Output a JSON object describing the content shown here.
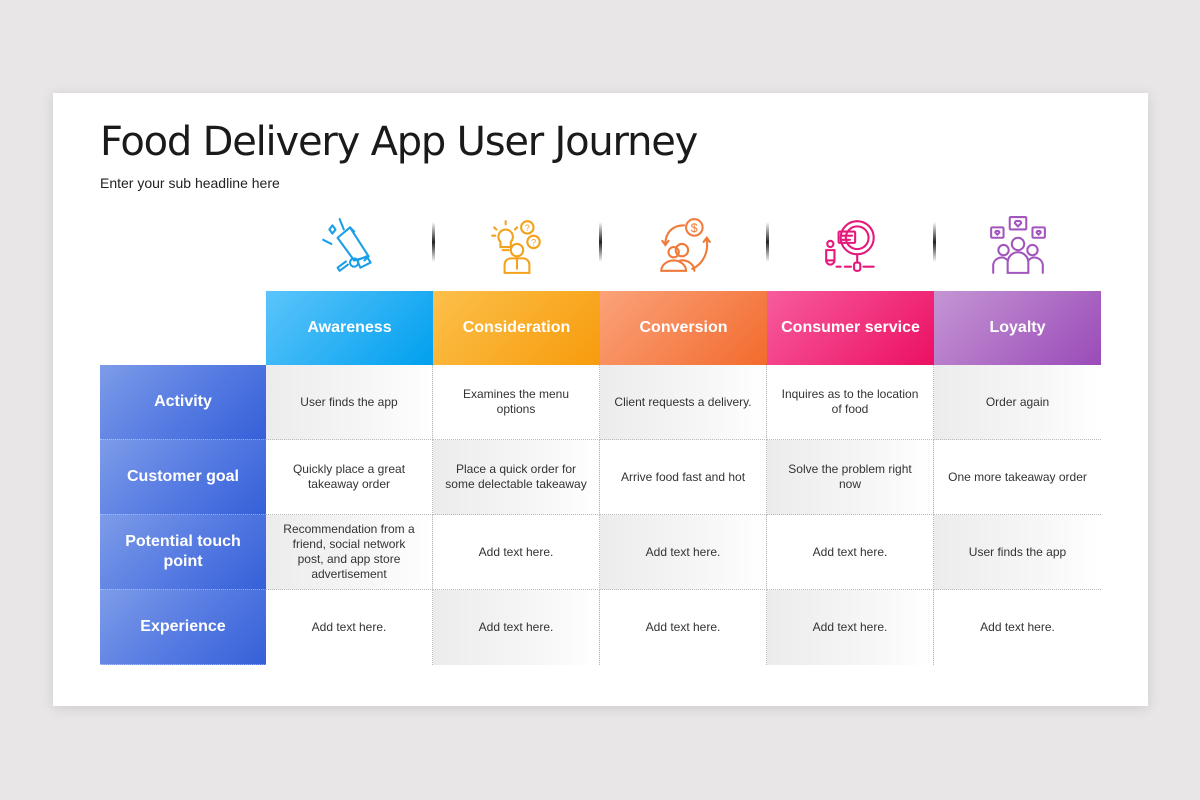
{
  "title": "Food Delivery App User Journey",
  "subtitle": "Enter your sub headline here",
  "stages": [
    {
      "label": "Awareness",
      "icon": "megaphone-icon",
      "color": "#1aa3f0",
      "gradient": [
        "#5cc4fb",
        "#00a0ee"
      ]
    },
    {
      "label": "Consideration",
      "icon": "lightbulb-person-question-icon",
      "color": "#f6a21f",
      "gradient": [
        "#fcc04a",
        "#f79b0c"
      ]
    },
    {
      "label": "Conversion",
      "icon": "dollar-exchange-people-icon",
      "color": "#f07a3c",
      "gradient": [
        "#fba27a",
        "#f26b2d"
      ]
    },
    {
      "label": "Consumer service",
      "icon": "magnifier-chat-support-icon",
      "color": "#ec1e79",
      "gradient": [
        "#f75c9d",
        "#ec0f62"
      ]
    },
    {
      "label": "Loyalty",
      "icon": "group-hearts-icon",
      "color": "#a555c0",
      "gradient": [
        "#c595d4",
        "#9a4bb8"
      ]
    }
  ],
  "rows": [
    {
      "label": "Activity",
      "cells": [
        "User finds the app",
        "Examines the menu options",
        "Client requests a delivery.",
        "Inquires as to the location of food",
        "Order again"
      ]
    },
    {
      "label": "Customer goal",
      "cells": [
        "Quickly place a great takeaway order",
        "Place a quick order for some delectable takeaway",
        "Arrive food fast and hot",
        "Solve the problem right now",
        "One more takeaway order"
      ]
    },
    {
      "label": "Potential touch point",
      "cells": [
        "Recommendation from a friend, social network post, and app store advertisement",
        "Add text here.",
        "Add text here.",
        "Add text here.",
        "User finds the app"
      ]
    },
    {
      "label": "Experience",
      "cells": [
        "Add text here.",
        "Add text here.",
        "Add text here.",
        "Add text here.",
        "Add text here."
      ]
    }
  ]
}
